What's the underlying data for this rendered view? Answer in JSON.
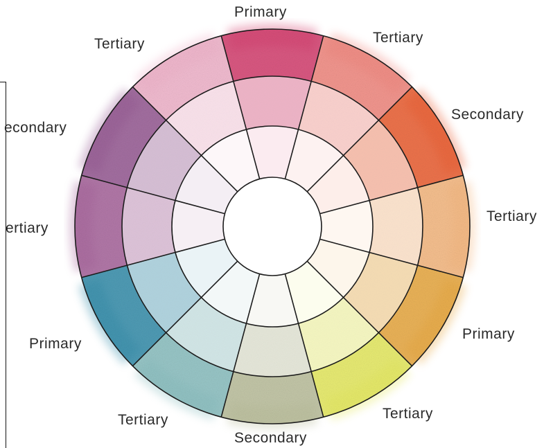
{
  "wheel": {
    "labels": {
      "top": "Primary",
      "top_right": "Tertiary",
      "right_upper": "Secondary",
      "right": "Tertiary",
      "right_lower": "Primary",
      "bottom_right": "Tertiary",
      "bottom": "Secondary",
      "bottom_left": "Tertiary",
      "left_lower": "Primary",
      "left": "ertiary",
      "left_upper": "econdary",
      "top_left": "Tertiary"
    },
    "segment_colors": [
      "#d33a6b",
      "#f0837a",
      "#ea5a2d",
      "#f4b47a",
      "#e7a53a",
      "#e4e85a",
      "#b8bc98",
      "#86bcbd",
      "#2f8aa8",
      "#a45f98",
      "#935590",
      "#efb0c8"
    ]
  }
}
